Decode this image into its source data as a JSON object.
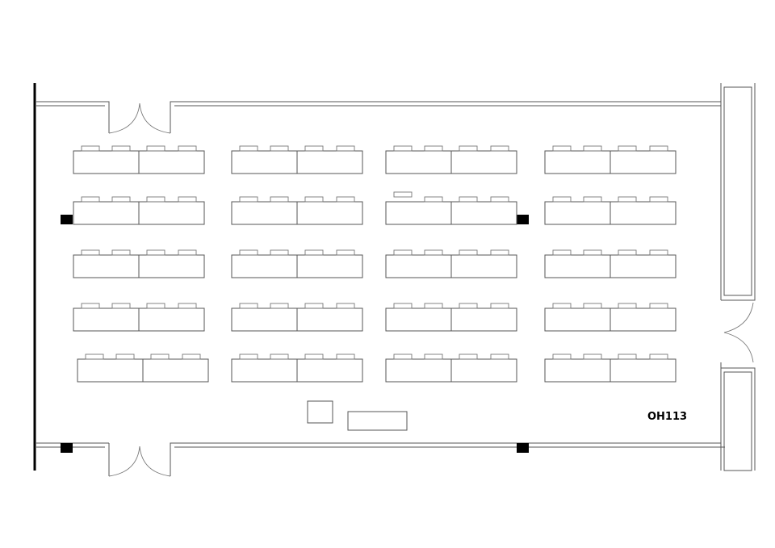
{
  "room": {
    "label": "OH113"
  },
  "colors": {
    "line": "#555555",
    "fill": "#000000",
    "background": "#ffffff"
  },
  "layout_info": {
    "table_rows": 5,
    "table_columns": 4,
    "units_per_table": 2,
    "chairs_per_unit": 2
  }
}
